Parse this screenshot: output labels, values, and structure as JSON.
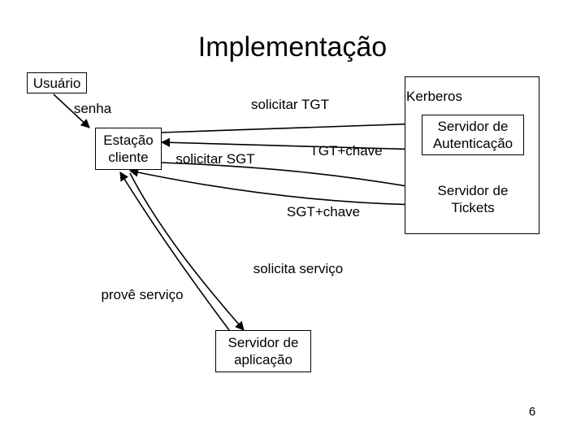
{
  "slide": {
    "title": "Implementação",
    "page_number": "6"
  },
  "nodes": {
    "usuario": "Usuário",
    "estacao_cliente": "Estação\ncliente",
    "kerberos": "Kerberos",
    "servidor_autenticacao": "Servidor de\nAutenticação",
    "servidor_tickets": "Servidor de\nTickets",
    "servidor_aplicacao": "Servidor de\naplicação"
  },
  "labels": {
    "senha": "senha",
    "solicitar_tgt": "solicitar TGT",
    "solicitar_sgt": "solicitar SGT",
    "tgt_chave": "TGT+chave",
    "sgt_chave": "SGT+chave",
    "solicita_servico": "solicita serviço",
    "prove_servico": "provê serviço"
  },
  "colors": {
    "stroke": "#000000",
    "background": "#ffffff",
    "text": "#000000"
  },
  "diagram": {
    "type": "flow",
    "edges": [
      {
        "from": "usuario",
        "to": "estacao_cliente",
        "label": "senha"
      },
      {
        "from": "estacao_cliente",
        "to": "servidor_autenticacao",
        "label": "solicitar TGT"
      },
      {
        "from": "servidor_autenticacao",
        "to": "estacao_cliente",
        "label": "TGT+chave"
      },
      {
        "from": "estacao_cliente",
        "to": "servidor_tickets",
        "label": "solicitar SGT"
      },
      {
        "from": "servidor_tickets",
        "to": "estacao_cliente",
        "label": "SGT+chave"
      },
      {
        "from": "estacao_cliente",
        "to": "servidor_aplicacao",
        "label": "solicita serviço"
      },
      {
        "from": "servidor_aplicacao",
        "to": "estacao_cliente",
        "label": "provê serviço"
      }
    ]
  }
}
